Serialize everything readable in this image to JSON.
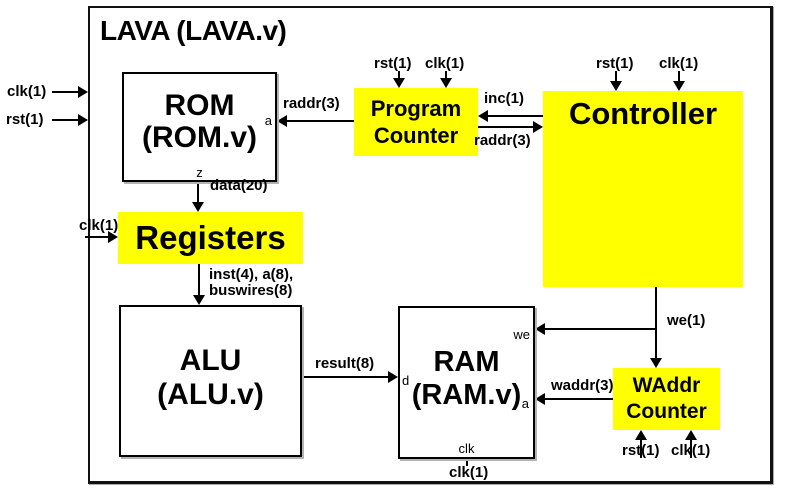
{
  "title": "LAVA (LAVA.v)",
  "colors": {
    "highlight": "#FFFF00",
    "plain_block": "#FFFFFF",
    "wire": "#000000",
    "background": "#FFFFFF"
  },
  "blocks": {
    "rom": {
      "line1": "ROM",
      "line2": "(ROM.v)",
      "ports": {
        "a": "a",
        "z": "z"
      }
    },
    "program_counter": {
      "line1": "Program",
      "line2": "Counter"
    },
    "controller": {
      "label": "Controller"
    },
    "registers": {
      "label": "Registers"
    },
    "alu": {
      "line1": "ALU",
      "line2": "(ALU.v)"
    },
    "ram": {
      "line1": "RAM",
      "line2": "(RAM.v)",
      "ports": {
        "we": "we",
        "d": "d",
        "a": "a",
        "clk": "clk"
      }
    },
    "waddr_counter": {
      "line1": "WAddr",
      "line2": "Counter"
    }
  },
  "signals": {
    "clk1": "clk(1)",
    "rst1": "rst(1)",
    "raddr3": "raddr(3)",
    "inc1": "inc(1)",
    "data20": "data(20)",
    "inst_line1": "inst(4), a(8),",
    "inst_line2": "buswires(8)",
    "result8": "result(8)",
    "we1": "we(1)",
    "waddr3": "waddr(3)"
  }
}
